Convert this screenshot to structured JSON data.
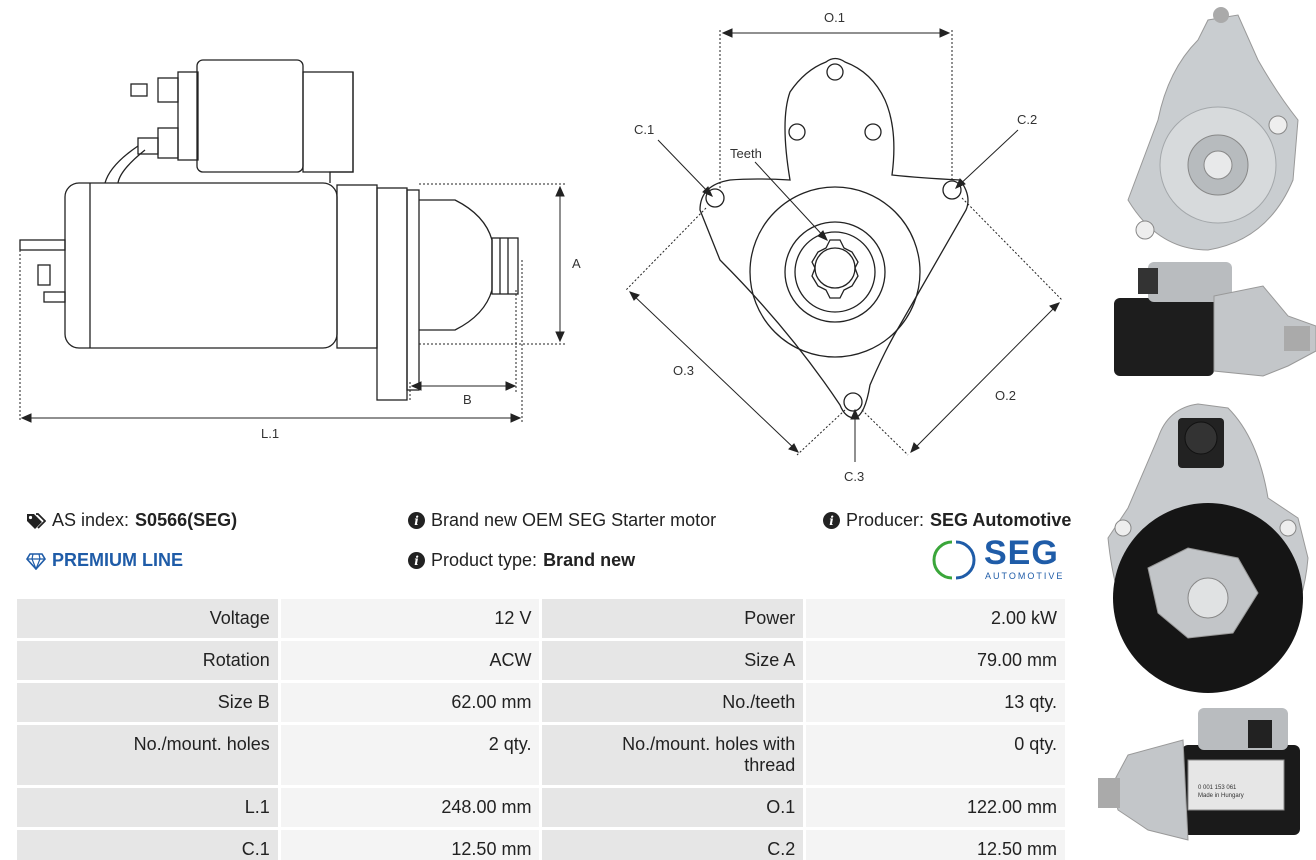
{
  "drawing": {
    "labels": {
      "a": "A",
      "b": "B",
      "l1": "L.1",
      "o1": "O.1",
      "o2": "O.2",
      "o3": "O.3",
      "c1": "C.1",
      "c2": "C.2",
      "c3": "C.3",
      "teeth": "Teeth"
    }
  },
  "info": {
    "as_index_label": "AS index:",
    "as_index_value": "S0566(SEG)",
    "premium_line": "PREMIUM LINE",
    "description": "Brand new OEM SEG Starter motor",
    "product_type_label": "Product type:",
    "product_type_value": "Brand new",
    "producer_label": "Producer:",
    "producer_value": "SEG Automotive"
  },
  "logo": {
    "text": "SEG",
    "subtext": "AUTOMOTIVE",
    "colors": {
      "text": "#1f5ca8",
      "arc_green": "#3aa63a",
      "arc_blue": "#1f5ca8"
    }
  },
  "specs": [
    [
      "Voltage",
      "12 V",
      "Power",
      "2.00 kW"
    ],
    [
      "Rotation",
      "ACW",
      "Size A",
      "79.00 mm"
    ],
    [
      "Size B",
      "62.00 mm",
      "No./teeth",
      "13 qty."
    ],
    [
      "No./mount. holes",
      "2 qty.",
      "No./mount. holes with thread",
      "0 qty."
    ],
    [
      "L.1",
      "248.00 mm",
      "O.1",
      "122.00 mm"
    ],
    [
      "C.1",
      "12.50 mm",
      "C.2",
      "12.50 mm"
    ]
  ],
  "photo_label": {
    "line1": "0 001 153 061",
    "line2": "Made in Hungary"
  },
  "colors": {
    "accent": "#1f5ca8",
    "table_key_bg": "#e6e6e6",
    "table_value_bg": "#f4f4f4"
  }
}
